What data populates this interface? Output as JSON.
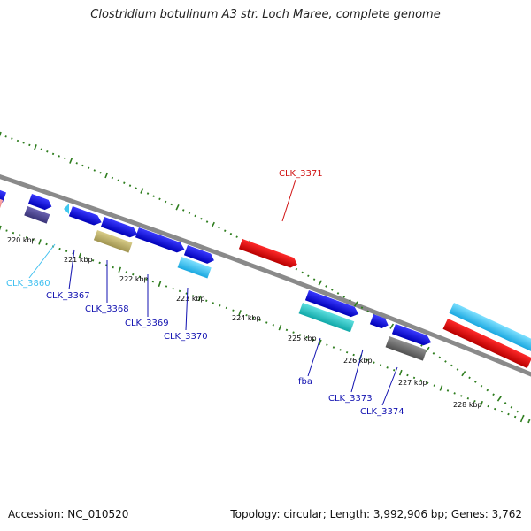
{
  "title": "Clostridium botulinum A3 str. Loch Maree, complete genome",
  "footer": {
    "accession": "Accession: NC_010520",
    "summary": "Topology: circular; Length: 3,992,906 bp; Genes: 3,762"
  },
  "colors": {
    "backbone": "#8a8a8a",
    "tick": "#2e7d1e",
    "label_blue": "#1010b0",
    "label_red": "#d01010",
    "label_cyan": "#40c0f0"
  },
  "scale_labels": [
    "220 kbp",
    "221 kbp",
    "222 kbp",
    "223 kbp",
    "224 kbp",
    "225 kbp",
    "226 kbp",
    "227 kbp",
    "228 kbp"
  ],
  "gene_labels": [
    {
      "id": "clk3860",
      "text": "CLK_3860",
      "color": "#40c0f0"
    },
    {
      "id": "clk3367",
      "text": "CLK_3367",
      "color": "#1010b0"
    },
    {
      "id": "clk3368",
      "text": "CLK_3368",
      "color": "#1010b0"
    },
    {
      "id": "clk3369",
      "text": "CLK_3369",
      "color": "#1010b0"
    },
    {
      "id": "clk3370",
      "text": "CLK_3370",
      "color": "#1010b0"
    },
    {
      "id": "clk3371",
      "text": "CLK_3371",
      "color": "#d01010"
    },
    {
      "id": "fba",
      "text": "fba",
      "color": "#1010b0"
    },
    {
      "id": "clk3373",
      "text": "CLK_3373",
      "color": "#1010b0"
    },
    {
      "id": "clk3374",
      "text": "CLK_3374",
      "color": "#1010b0"
    }
  ]
}
